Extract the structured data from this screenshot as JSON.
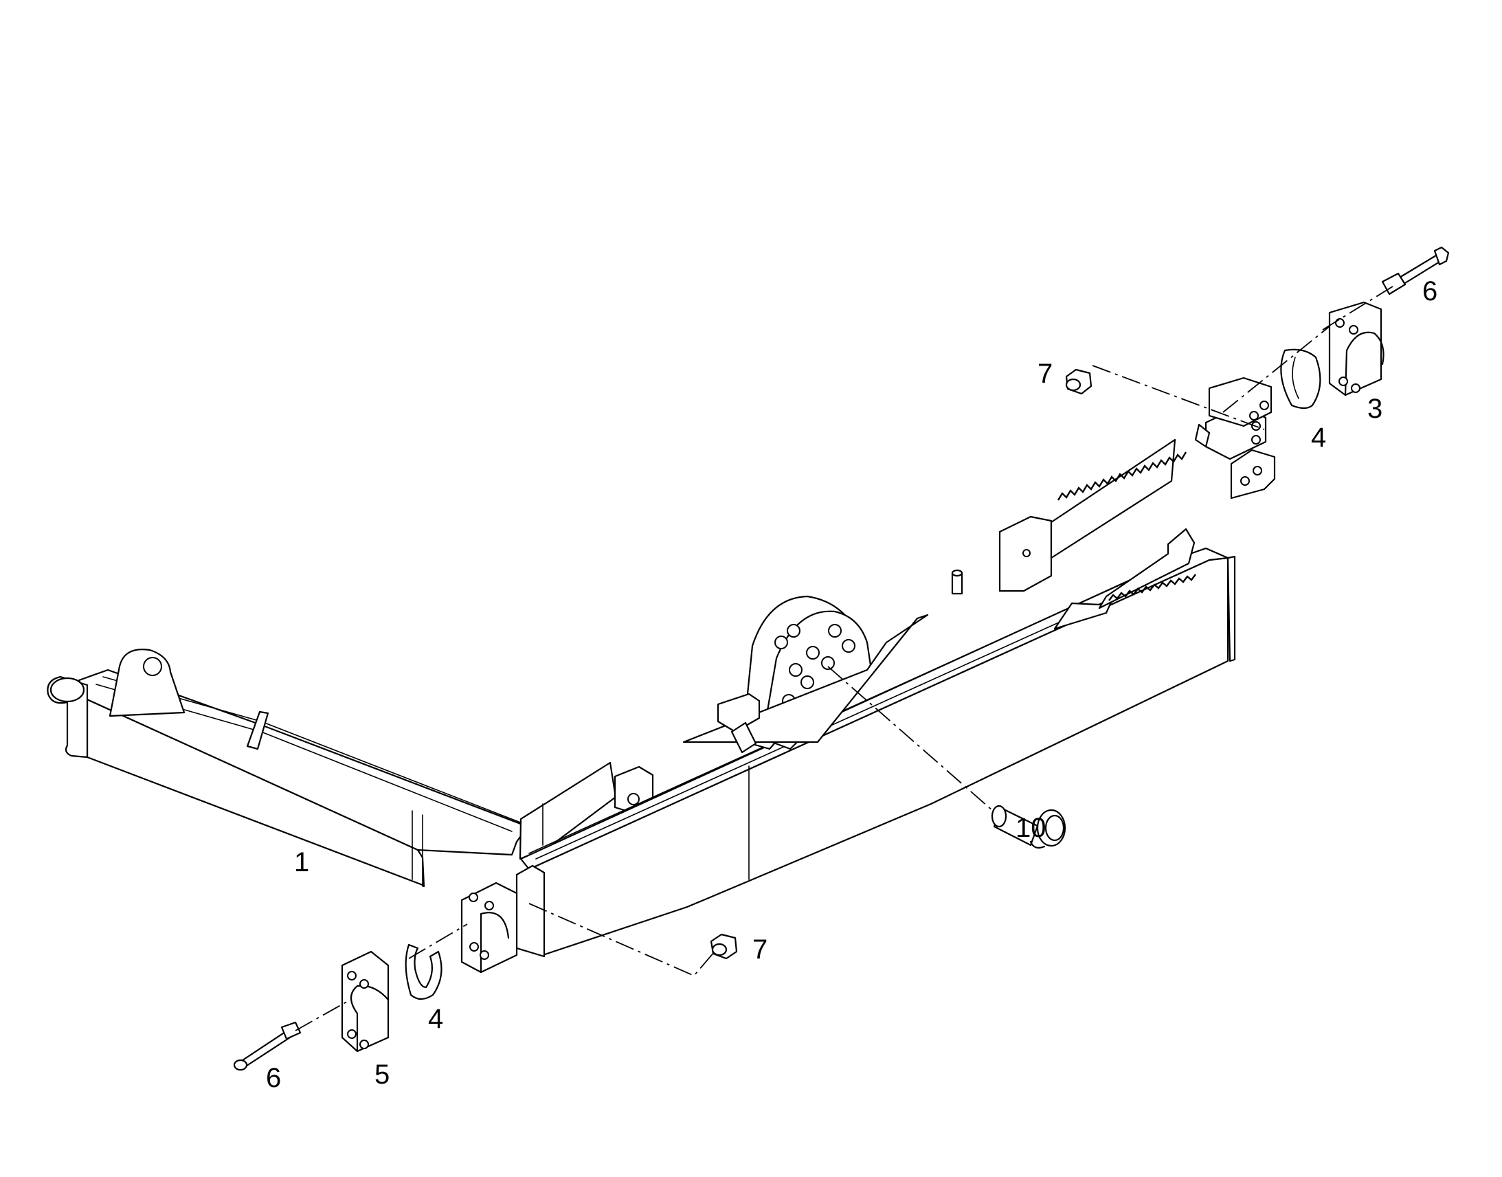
{
  "callouts": [
    {
      "id": "c1",
      "label": "1"
    },
    {
      "id": "c3",
      "label": "3"
    },
    {
      "id": "c4a",
      "label": "4"
    },
    {
      "id": "c4b",
      "label": "4"
    },
    {
      "id": "c5",
      "label": "5"
    },
    {
      "id": "c6a",
      "label": "6"
    },
    {
      "id": "c6b",
      "label": "6"
    },
    {
      "id": "c7a",
      "label": "7"
    },
    {
      "id": "c7b",
      "label": "7"
    },
    {
      "id": "c10",
      "label": "10"
    }
  ]
}
